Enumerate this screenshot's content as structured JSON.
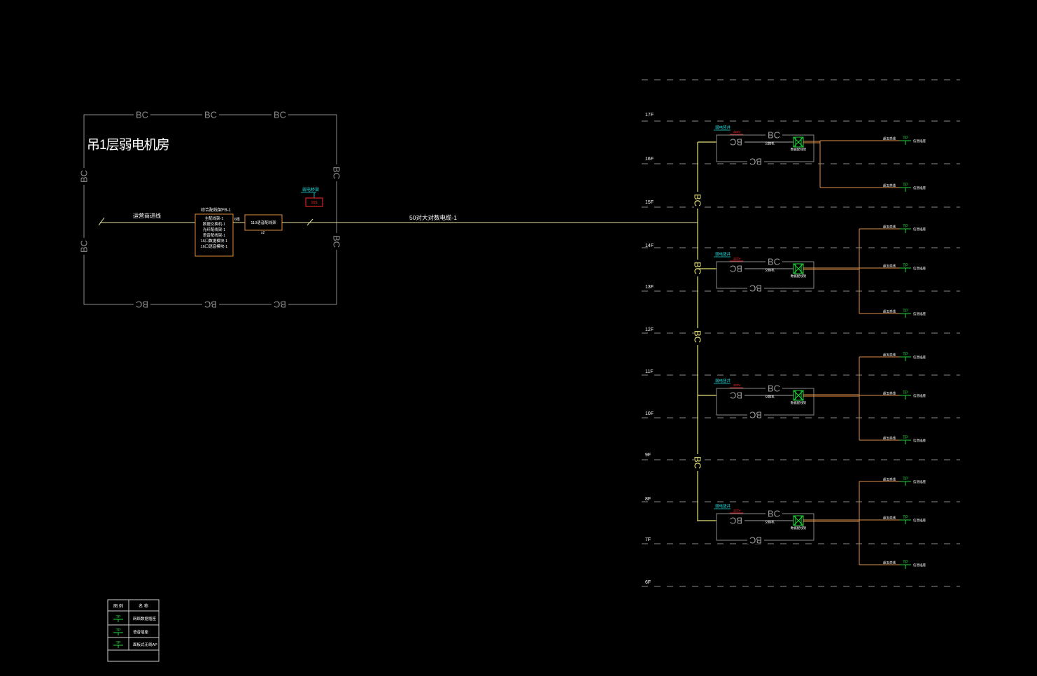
{
  "machine_room": {
    "title": "吊1层弱电机房",
    "frame_label": "BC",
    "incoming_label": "运营商进线",
    "distribution_frame": {
      "caption": "综合配线架FB-1",
      "lines": [
        "主配线架-1",
        "数据交换机-1",
        "光纤配线架-1",
        "语音配线架-1",
        "16口数据模块-1",
        "16口语音模块-1"
      ]
    },
    "cable_count": "6根",
    "voice_frame": {
      "label": "110语音配线架",
      "qty": "x2"
    },
    "tray": {
      "label": "弱电桥架",
      "tag": "16S"
    }
  },
  "trunk_cable_label": "50对大对数电缆-1",
  "riser_label": "BC",
  "floors": [
    "17F",
    "16F",
    "15F",
    "14F",
    "13F",
    "12F",
    "11F",
    "10F",
    "9F",
    "8F",
    "7F",
    "6F"
  ],
  "floor_cabinets": [
    {
      "shaft_label": "弱电竖井",
      "power": "220V",
      "cabinet_label": "BC",
      "switch_label": "交换机",
      "panel_label": "数据配线架",
      "outlets": [
        {
          "cable": "超五类线",
          "symbol": "TP",
          "name": "信息插座"
        },
        {
          "cable": "超五类线",
          "symbol": "TP",
          "name": "信息插座"
        }
      ]
    },
    {
      "shaft_label": "弱电竖井",
      "power": "220V",
      "cabinet_label": "BC",
      "switch_label": "交换机",
      "panel_label": "数据配线架",
      "outlets": [
        {
          "cable": "超五类线",
          "symbol": "TP",
          "name": "信息插座"
        },
        {
          "cable": "超五类线",
          "symbol": "TP",
          "name": "信息插座"
        },
        {
          "cable": "超五类线",
          "symbol": "TP",
          "name": "信息插座"
        }
      ]
    },
    {
      "shaft_label": "弱电竖井",
      "power": "220V",
      "cabinet_label": "BC",
      "switch_label": "交换机",
      "panel_label": "数据配线架",
      "outlets": [
        {
          "cable": "超五类线",
          "symbol": "TP",
          "name": "信息插座"
        },
        {
          "cable": "超五类线",
          "symbol": "TP",
          "name": "信息插座"
        },
        {
          "cable": "超五类线",
          "symbol": "TP",
          "name": "信息插座"
        }
      ]
    },
    {
      "shaft_label": "弱电竖井",
      "power": "220V",
      "cabinet_label": "BC",
      "switch_label": "交换机",
      "panel_label": "数据配线架",
      "outlets": [
        {
          "cable": "超五类线",
          "symbol": "TP",
          "name": "信息插座"
        },
        {
          "cable": "超五类线",
          "symbol": "TP",
          "name": "信息插座"
        },
        {
          "cable": "超五类线",
          "symbol": "TP",
          "name": "信息插座"
        }
      ]
    }
  ],
  "legend": {
    "headers": [
      "图 例",
      "名 称"
    ],
    "rows": [
      {
        "symbol": "TP",
        "name": "网络数据插座"
      },
      {
        "symbol": "TP",
        "name": "语音插座"
      },
      {
        "symbol": "TP",
        "name": "面板式无线AP"
      }
    ]
  },
  "colors": {
    "background": "#000000",
    "frame": "#8c8c8c",
    "trunk": "#e6e6a8",
    "riser": "#e6e07a",
    "outlet_line": "#e0914a",
    "equipment": "#e08a3c",
    "tray": "#22e0e0",
    "alert": "#ff2a2a",
    "outlet_symbol": "#22d43a",
    "text": "#ffffff"
  }
}
